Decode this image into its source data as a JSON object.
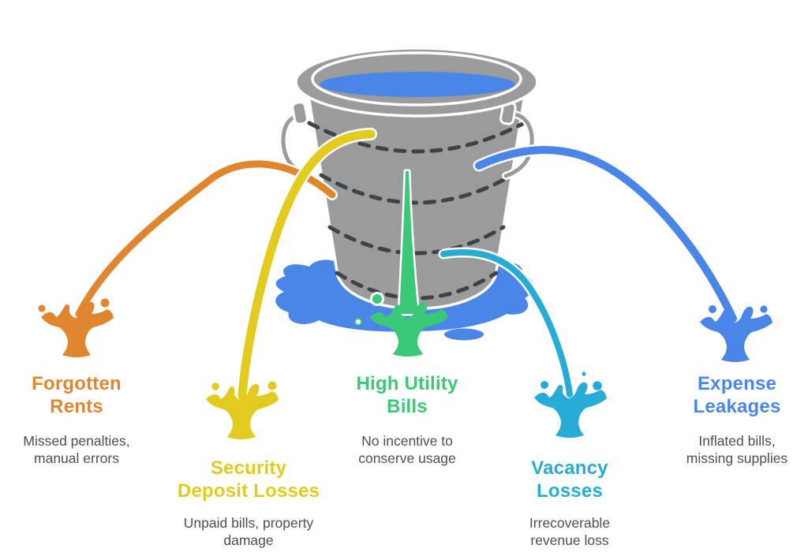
{
  "bucket": {
    "body_color": "#9B9B9B",
    "outline_color": "#FFFFFF",
    "hoop_dash_color": "#3E4347",
    "water_color": "#4A86E8",
    "puddle_color": "#4A86E8"
  },
  "text": {
    "desc_color": "#4F4F4F"
  },
  "leaks": [
    {
      "id": "forgotten-rents",
      "color": "#E0862E",
      "title_line1": "Forgotten",
      "title_line2": "Rents",
      "desc_line1": "Missed penalties,",
      "desc_line2": "manual errors"
    },
    {
      "id": "security-deposit-losses",
      "color": "#E2CB1E",
      "title_line1": "Security",
      "title_line2": "Deposit Losses",
      "desc_line1": "Unpaid bills, property",
      "desc_line2": "damage"
    },
    {
      "id": "high-utility-bills",
      "color": "#3BC878",
      "title_line1": "High Utility",
      "title_line2": "Bills",
      "desc_line1": "No incentive to",
      "desc_line2": "conserve usage"
    },
    {
      "id": "vacancy-losses",
      "color": "#29ABD8",
      "title_line1": "Vacancy",
      "title_line2": "Losses",
      "desc_line1": "Irrecoverable",
      "desc_line2": "revenue loss"
    },
    {
      "id": "expense-leakages",
      "color": "#4A86E8",
      "title_line1": "Expense",
      "title_line2": "Leakages",
      "desc_line1": "Inflated bills,",
      "desc_line2": "missing supplies"
    }
  ]
}
